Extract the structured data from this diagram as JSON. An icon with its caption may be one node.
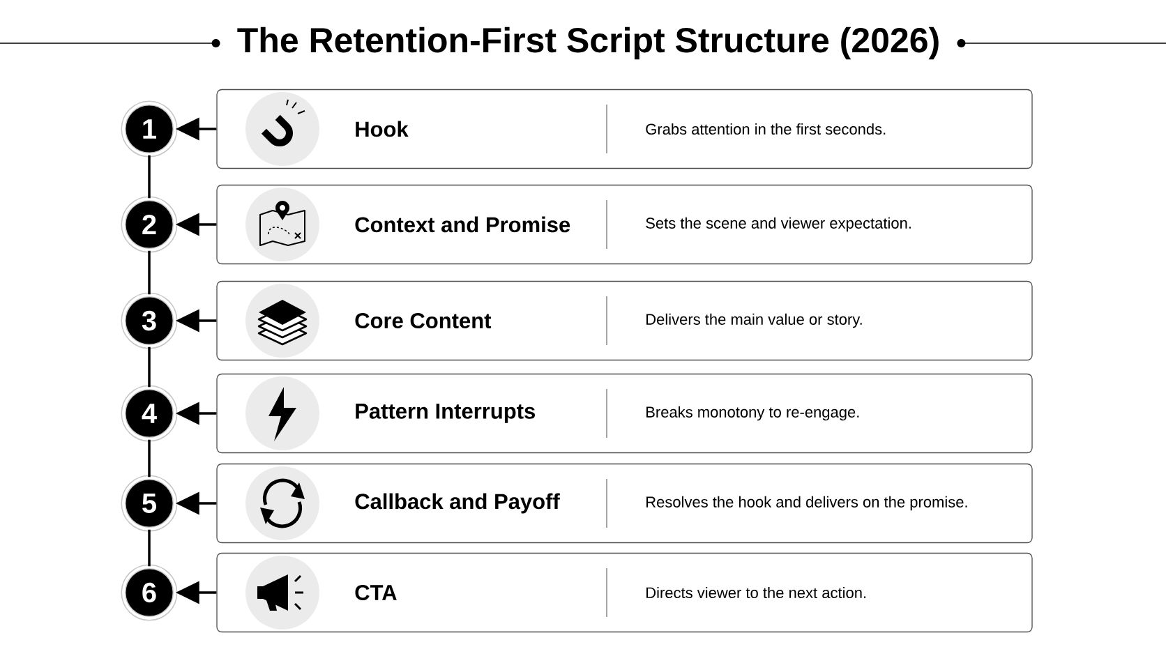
{
  "diagram": {
    "title": "The Retention-First Script Structure (2026)",
    "nodes": [
      {
        "text": [
          "1"
        ]
      },
      {
        "text": [
          "Hook",
          "Grabs attention in the first seconds."
        ]
      },
      {
        "text": [
          "2"
        ]
      },
      {
        "text": [
          "Context and Promise",
          "Sets the scene and viewer expectation."
        ]
      },
      {
        "text": [
          "3"
        ]
      },
      {
        "text": [
          "Core Content",
          "Delivers the main value or story."
        ]
      },
      {
        "text": [
          "4"
        ]
      },
      {
        "text": [
          "Pattern Interrupts",
          "Breaks monotony to re-engage."
        ]
      },
      {
        "text": [
          "5"
        ]
      },
      {
        "text": [
          "Callback and Payoff",
          "Resolves the hook and delivers on the promise."
        ]
      },
      {
        "text": [
          "6"
        ]
      },
      {
        "text": [
          "CTA",
          "Directs viewer to the next action."
        ]
      }
    ],
    "edges": [
      {
        "from": 0,
        "to": 2,
        "arrow": "none"
      },
      {
        "from": 2,
        "to": 4,
        "arrow": "none"
      },
      {
        "from": 4,
        "to": 6,
        "arrow": "none"
      },
      {
        "from": 6,
        "to": 8,
        "arrow": "none"
      },
      {
        "from": 8,
        "to": 10,
        "arrow": "none"
      },
      {
        "from": 1,
        "to": 0,
        "arrow": "to"
      },
      {
        "from": 3,
        "to": 2,
        "arrow": "to"
      },
      {
        "from": 5,
        "to": 4,
        "arrow": "to"
      },
      {
        "from": 7,
        "to": 6,
        "arrow": "to"
      },
      {
        "from": 9,
        "to": 8,
        "arrow": "to"
      },
      {
        "from": 11,
        "to": 10,
        "arrow": "to"
      }
    ]
  }
}
